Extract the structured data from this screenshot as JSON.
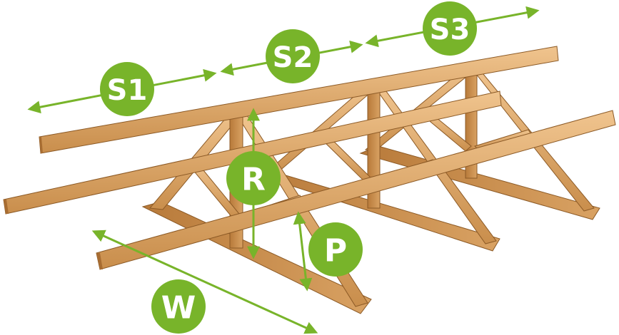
{
  "colors": {
    "accent": "#78b42a",
    "label_text": "#ffffff",
    "wood_top": "#e6b57c",
    "wood_side": "#c98e4c",
    "wood_dark": "#a86d32"
  },
  "labels": {
    "s1": "S1",
    "s2": "S2",
    "s3": "S3",
    "r": "R",
    "p": "P",
    "w": "W"
  }
}
